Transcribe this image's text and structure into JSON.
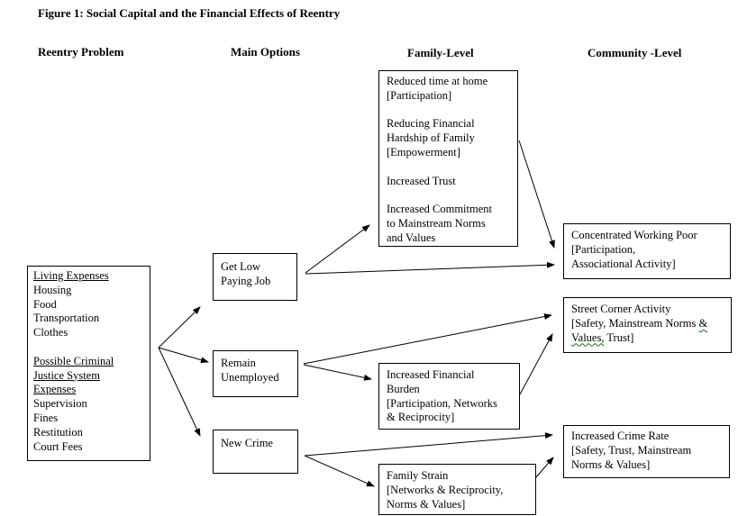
{
  "title": "Figure 1: Social Capital and the Financial Effects of Reentry",
  "column_headers": {
    "reentry_problem": "Reentry Problem",
    "main_options": "Main Options",
    "family_level": "Family-Level",
    "community_level": "Community -Level"
  },
  "boxes": {
    "reentry_problem": {
      "lines": [
        "Living Expenses",
        "Housing",
        "Food",
        "Transportation",
        "Clothes",
        "",
        "Possible Criminal",
        "Justice System",
        "Expenses",
        "Supervision",
        "Fines",
        "Restitution",
        "Court Fees"
      ]
    },
    "get_low_paying_job": {
      "lines": [
        "Get Low",
        "Paying Job"
      ]
    },
    "remain_unemployed": {
      "lines": [
        "Remain",
        "Unemployed"
      ]
    },
    "new_crime": {
      "lines": [
        "New Crime"
      ]
    },
    "family_reentry_effects": {
      "lines": [
        "Reduced time at home",
        "[Participation]",
        "",
        "Reducing Financial",
        "Hardship of Family",
        "[Empowerment]",
        "",
        "Increased Trust",
        "",
        "Increased Commitment",
        "to Mainstream Norms",
        "and Values"
      ]
    },
    "increased_financial_burden": {
      "lines": [
        "Increased Financial",
        "Burden",
        "[Participation, Networks",
        "& Reciprocity]"
      ]
    },
    "family_strain": {
      "lines": [
        "Family Strain",
        "[Networks & Reciprocity,",
        "Norms & Values]"
      ]
    },
    "concentrated_working_poor": {
      "lines": [
        "Concentrated Working Poor",
        "[Participation,",
        "Associational Activity]"
      ]
    },
    "street_corner_activity": {
      "line1": "Street Corner Activity",
      "line2_plain": "[Safety, Mainstream Norms ",
      "line2_wavy": "&",
      "line3_wavy": "Values,",
      "line3_plain": " Trust]"
    },
    "increased_crime_rate": {
      "lines": [
        "Increased Crime Rate",
        "[Safety, Trust, Mainstream",
        "Norms & Values]"
      ]
    }
  },
  "colors": {
    "box_border": "#000000",
    "text": "#000000",
    "background": "#ffffff",
    "spellcheck_wavy": "#008000"
  }
}
